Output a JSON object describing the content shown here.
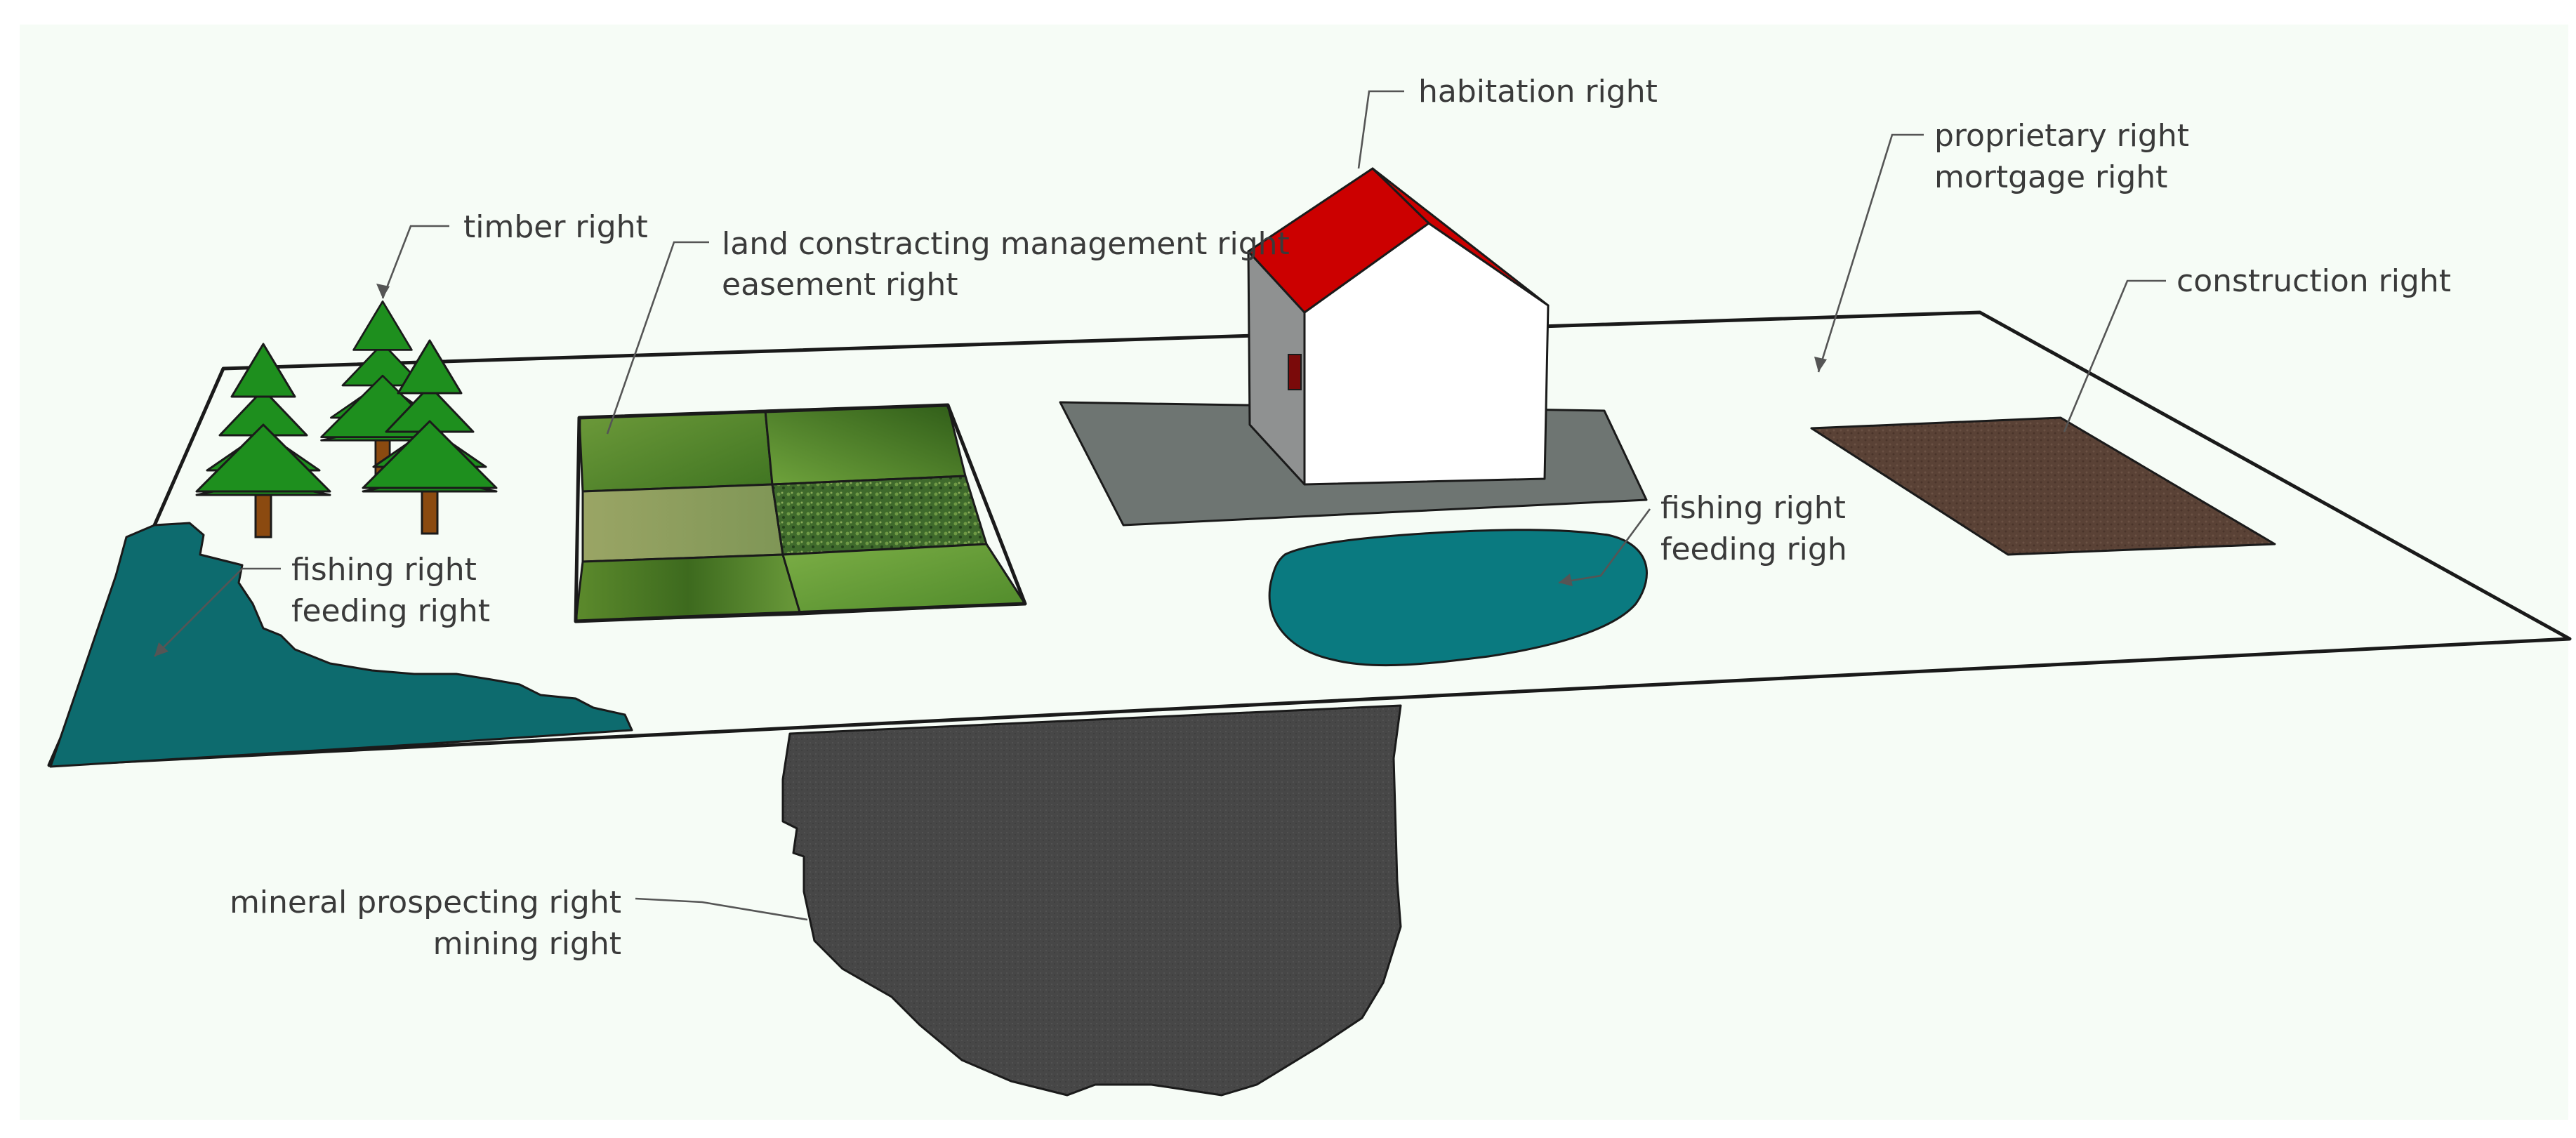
{
  "labels": {
    "timber": "timber right",
    "land_line1": "land constracting management right",
    "land_line2": "easement right",
    "habitation": "habitation right",
    "proprietary_line1": "proprietary right",
    "proprietary_line2": "mortgage right",
    "construction": "construction right",
    "fishing_left_line1": "fishing right",
    "fishing_left_line2": "feeding right",
    "fishing_center_line1": "fishing right",
    "fishing_center_line2": "feeding righ",
    "mineral_line1": "mineral prospecting right",
    "mineral_line2": "mining right"
  },
  "colors": {
    "background": "#ffffff",
    "ground": "#f6fcf6",
    "water": "#0a7a80",
    "water_left": "#0d6b6e",
    "roof": "#cc0000",
    "house_side": "#8f9191",
    "house_front": "#ffffff",
    "house_base": "#6e7572",
    "tree_foliage": "#1e8f1e",
    "tree_trunk": "#8b4a10",
    "field_green": "#4f8a2a",
    "soil": "#5a4236",
    "mineral": "#4a4a4a"
  },
  "icons": [
    "tree-icon",
    "house-icon"
  ]
}
